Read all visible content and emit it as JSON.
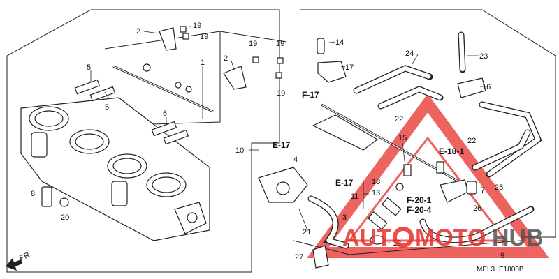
{
  "diagram_code": "MEL3−E1800B",
  "front_label": "FR.",
  "callouts": [
    "1",
    "2",
    "2",
    "3",
    "4",
    "5",
    "5",
    "6",
    "7",
    "8",
    "9",
    "10",
    "11",
    "12",
    "13",
    "14",
    "15",
    "16",
    "17",
    "18",
    "19",
    "19",
    "19",
    "19",
    "19",
    "20",
    "21",
    "22",
    "22",
    "23",
    "24",
    "25",
    "26",
    "27"
  ],
  "refs": [
    "F-17",
    "E-17",
    "E-17",
    "E-18-1",
    "F-20-1",
    "F-20-4"
  ],
  "watermark": {
    "text_left": "AUT",
    "text_mid": "MOTO",
    "text_right": "HUB",
    "color_red": "#e8302a",
    "color_dark": "#555555"
  }
}
